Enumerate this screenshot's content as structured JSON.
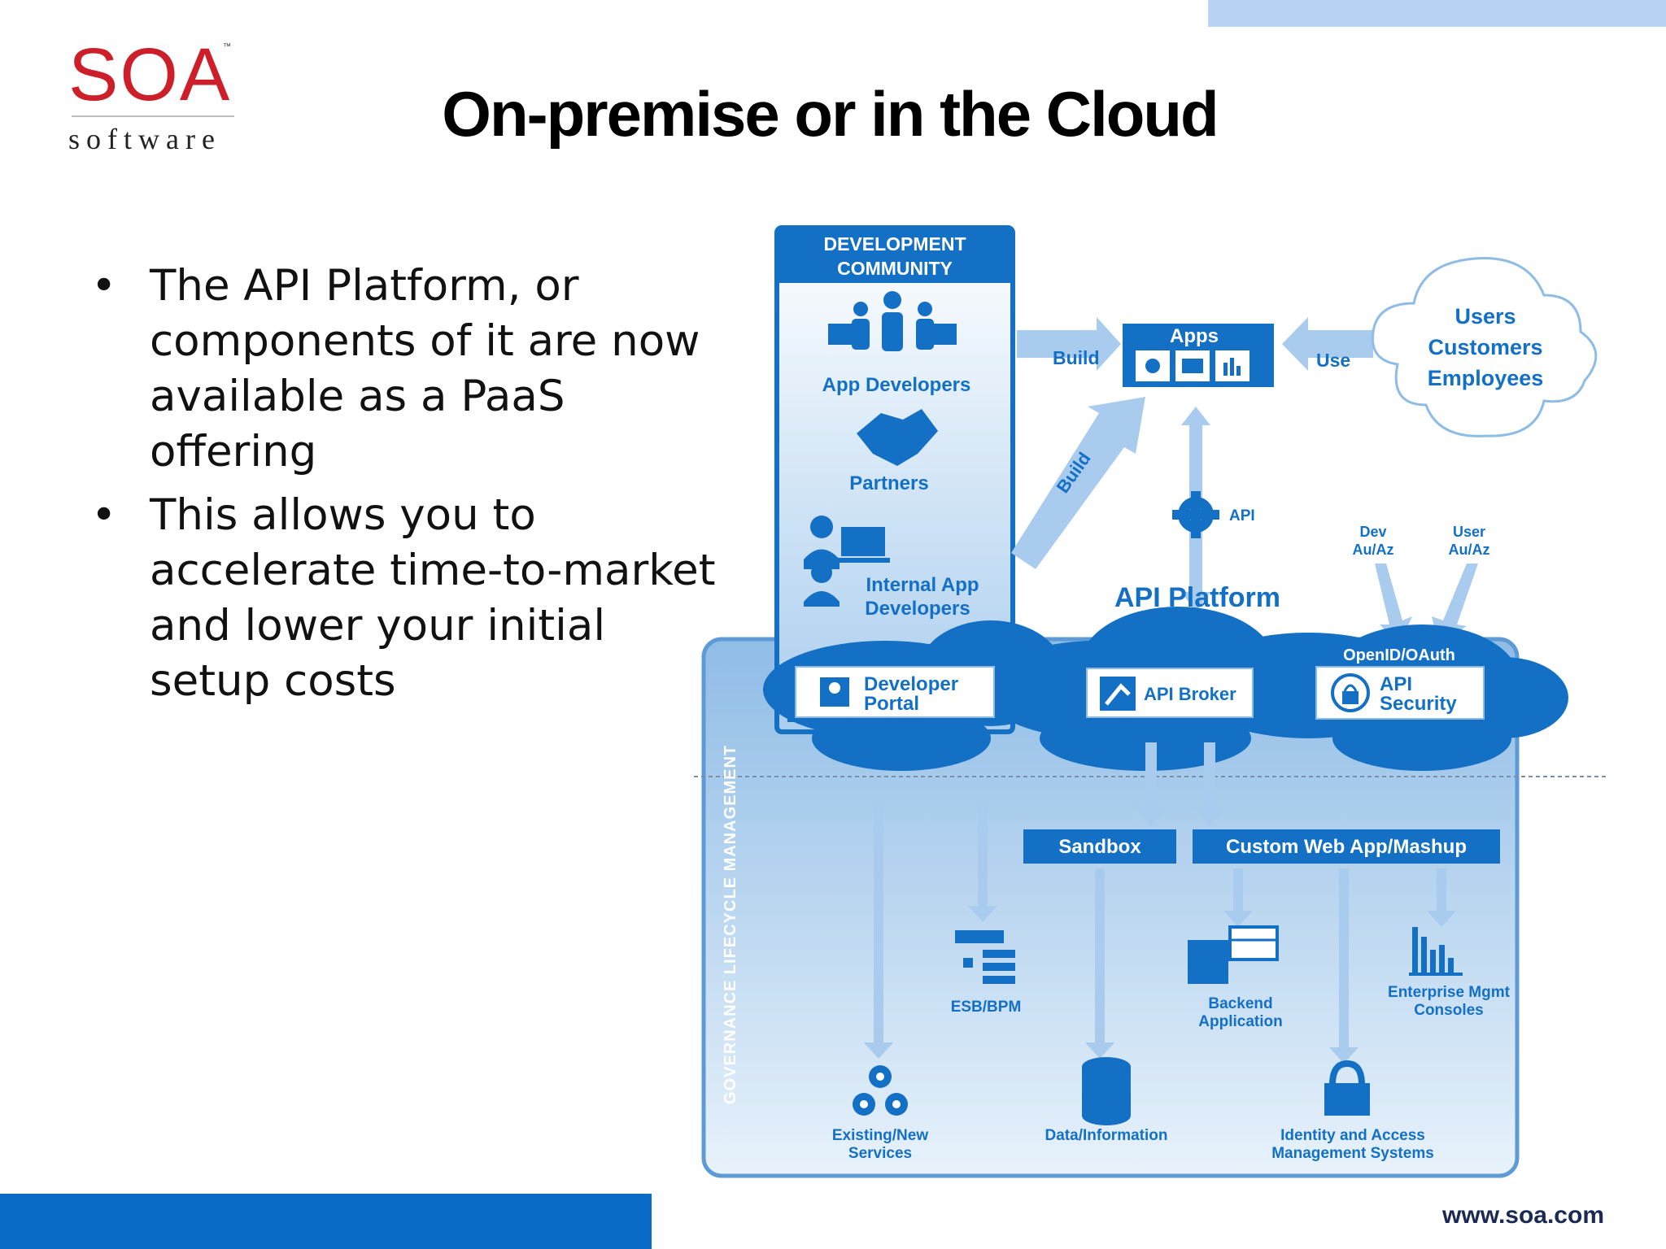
{
  "header": {
    "title": "On-premise or in the Cloud",
    "logo": {
      "brand": "SOA",
      "sub": "software",
      "tm": "™"
    }
  },
  "bullets": [
    "The API Platform, or components of it are now available as a PaaS offering",
    "This allows you to accelerate time-to-market and lower your initial setup costs"
  ],
  "footer": {
    "url": "www.soa.com"
  },
  "colors": {
    "brand_red": "#cc1f2a",
    "blue_dark": "#0a6bc6",
    "blue_light": "#b8d4f4"
  },
  "diagram": {
    "dev_community": {
      "title_line1": "DEVELOPMENT",
      "title_line2": "COMMUNITY"
    },
    "app_developers": "App Developers",
    "partners": "Partners",
    "internal_line1": "Internal App",
    "internal_line2": "Developers",
    "build": "Build",
    "build_diag": "Build",
    "apps": "Apps",
    "use": "Use",
    "users": "Users",
    "customers": "Customers",
    "employees": "Employees",
    "api": "API",
    "api_platform": "API Platform",
    "dev_auaz_1": "Dev",
    "dev_auaz_2": "Au/Az",
    "user_auaz_1": "User",
    "user_auaz_2": "Au/Az",
    "openid": "OpenID/OAuth",
    "developer_portal_1": "Developer",
    "developer_portal_2": "Portal",
    "api_broker": "API Broker",
    "api_security_1": "API",
    "api_security_2": "Security",
    "governance": "GOVERNANCE LIFECYCLE MANAGEMENT",
    "sandbox": "Sandbox",
    "custom_web": "Custom Web App/Mashup",
    "esb": "ESB/BPM",
    "backend_1": "Backend",
    "backend_2": "Application",
    "enterprise_1": "Enterprise Mgmt",
    "enterprise_2": "Consoles",
    "existing_1": "Existing/New",
    "existing_2": "Services",
    "data": "Data/Information",
    "identity_1": "Identity and Access",
    "identity_2": "Management Systems"
  }
}
